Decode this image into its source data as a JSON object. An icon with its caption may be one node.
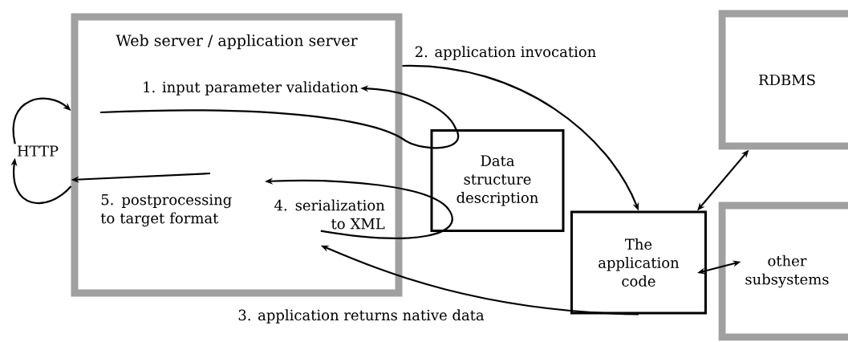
{
  "diagram": {
    "nodes": [
      {
        "text": [
          "Web server / application server"
        ]
      },
      {
        "text": [
          "1. input parameter validation"
        ],
        "in": 0
      },
      {
        "text": [
          "5. postprocessing to target format"
        ],
        "in": 0
      },
      {
        "text": [
          "4. serialization to XML"
        ],
        "in": 0
      },
      {
        "text": [
          "HTTP"
        ]
      },
      {
        "text": [
          "Data structure description"
        ]
      },
      {
        "text": [
          "The application code"
        ]
      },
      {
        "text": [
          "RDBMS"
        ]
      },
      {
        "text": [
          "other subsystems"
        ]
      }
    ],
    "edges": [
      {
        "from": 4,
        "to": 0,
        "arrow": "to"
      },
      {
        "from": 0,
        "to": 4,
        "arrow": "to"
      },
      {
        "from": null,
        "to": 1,
        "arrow": "to"
      },
      {
        "from": 0,
        "to": 6,
        "arrow": "to",
        "label": "2. application invocation"
      },
      {
        "from": 6,
        "to": 3,
        "arrow": "to",
        "label": "3. application returns native data"
      },
      {
        "from": 3,
        "to": null,
        "arrow": "to"
      },
      {
        "from": null,
        "to": 0,
        "arrow": "to"
      },
      {
        "from": 6,
        "to": 7,
        "arrow": "both"
      },
      {
        "from": 6,
        "to": 8,
        "arrow": "both"
      }
    ]
  }
}
